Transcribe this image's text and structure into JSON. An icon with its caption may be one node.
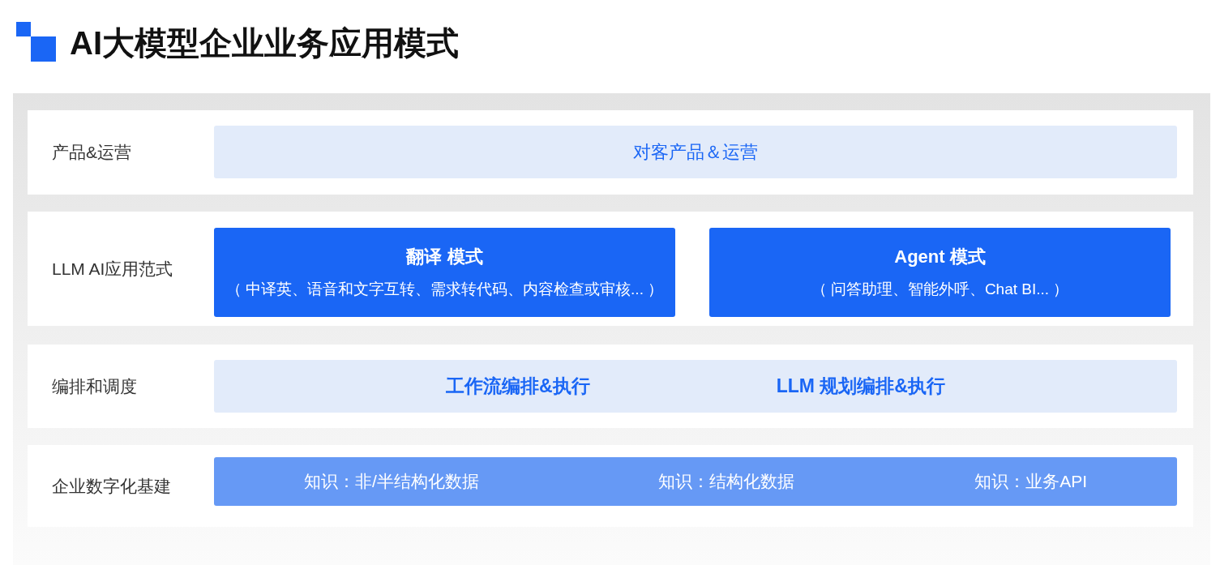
{
  "diagram": {
    "title": "AI大模型企业业务应用模式",
    "nodes": [
      {
        "text": [
          "产品&运营"
        ]
      },
      {
        "text": [
          "对客产品＆运营"
        ],
        "in": 0
      },
      {
        "text": [
          "LLM AI应用范式"
        ]
      },
      {
        "text": [
          "翻译 模式",
          "（ 中译英、语音和文字互转、需求转代码、内容检查或审核... ）"
        ],
        "in": 2
      },
      {
        "text": [
          "Agent 模式",
          "（ 问答助理、智能外呼、Chat BI... ）"
        ],
        "in": 2
      },
      {
        "text": [
          "编排和调度"
        ]
      },
      {
        "text": [
          "工作流编排&执行",
          "LLM 规划编排&执行"
        ],
        "in": 5
      },
      {
        "text": [
          "企业数字化基建"
        ]
      },
      {
        "text": [
          "知识：非/半结构化数据",
          "知识：结构化数据",
          "知识：业务API"
        ],
        "in": 7
      }
    ],
    "edges": []
  }
}
